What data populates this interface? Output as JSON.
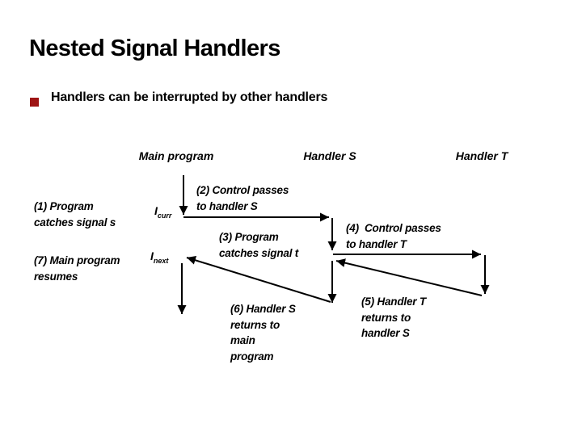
{
  "slide": {
    "title": "Nested Signal Handlers",
    "bullet_text": "Handlers can be interrupted by other handlers",
    "accent_color": "#9e1414",
    "background_color": "#ffffff",
    "line_color": "#000000"
  },
  "diagram": {
    "columns": [
      {
        "label": "Main program"
      },
      {
        "label": "Handler S"
      },
      {
        "label": "Handler T"
      }
    ],
    "instruction_markers": [
      {
        "base": "I",
        "sub": "curr"
      },
      {
        "base": "I",
        "sub": "next"
      }
    ],
    "steps": [
      {
        "id": 1,
        "text": "(1) Program\ncatches signal s"
      },
      {
        "id": 2,
        "text": "(2) Control passes\nto handler S"
      },
      {
        "id": 3,
        "text": "(3) Program\ncatches signal t"
      },
      {
        "id": 4,
        "text": "(4)  Control passes\nto handler T"
      },
      {
        "id": 5,
        "text": "(5) Handler T\nreturns to\nhandler S"
      },
      {
        "id": 6,
        "text": "(6) Handler S\nreturns to\nmain\nprogram"
      },
      {
        "id": 7,
        "text": "(7) Main program\nresumes"
      }
    ]
  }
}
